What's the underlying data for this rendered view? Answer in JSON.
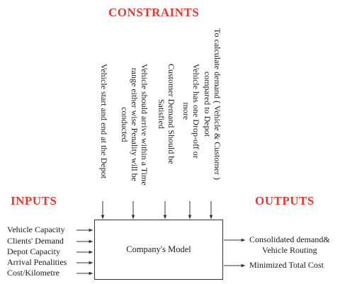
{
  "headings": {
    "constraints": "CONSTRAINTS",
    "inputs": "INPUTS",
    "outputs": "OUTPUTS"
  },
  "model_label": "Company's Model",
  "inputs": [
    "Vehicle Capacity",
    "Clients' Demand",
    "Depot Capacity",
    "Arrival Penalities",
    "Cost/Kilometre"
  ],
  "outputs": [
    [
      "Consolidated demand&",
      "Vehicle Routing"
    ],
    [
      "Minimized Total Cost"
    ]
  ],
  "constraints": [
    [
      "Vehicle start and end at the Depot"
    ],
    [
      "Vehicle should arrive within a Time",
      "range either wise Penality will be",
      "conducted"
    ],
    [
      "Customer Demand Should be",
      "Satisfied"
    ],
    [
      "Vehicle has one Drop-off or",
      "more"
    ],
    [
      "To calculate demand ( Vehicle & Customer )",
      "compared to Depot"
    ]
  ]
}
